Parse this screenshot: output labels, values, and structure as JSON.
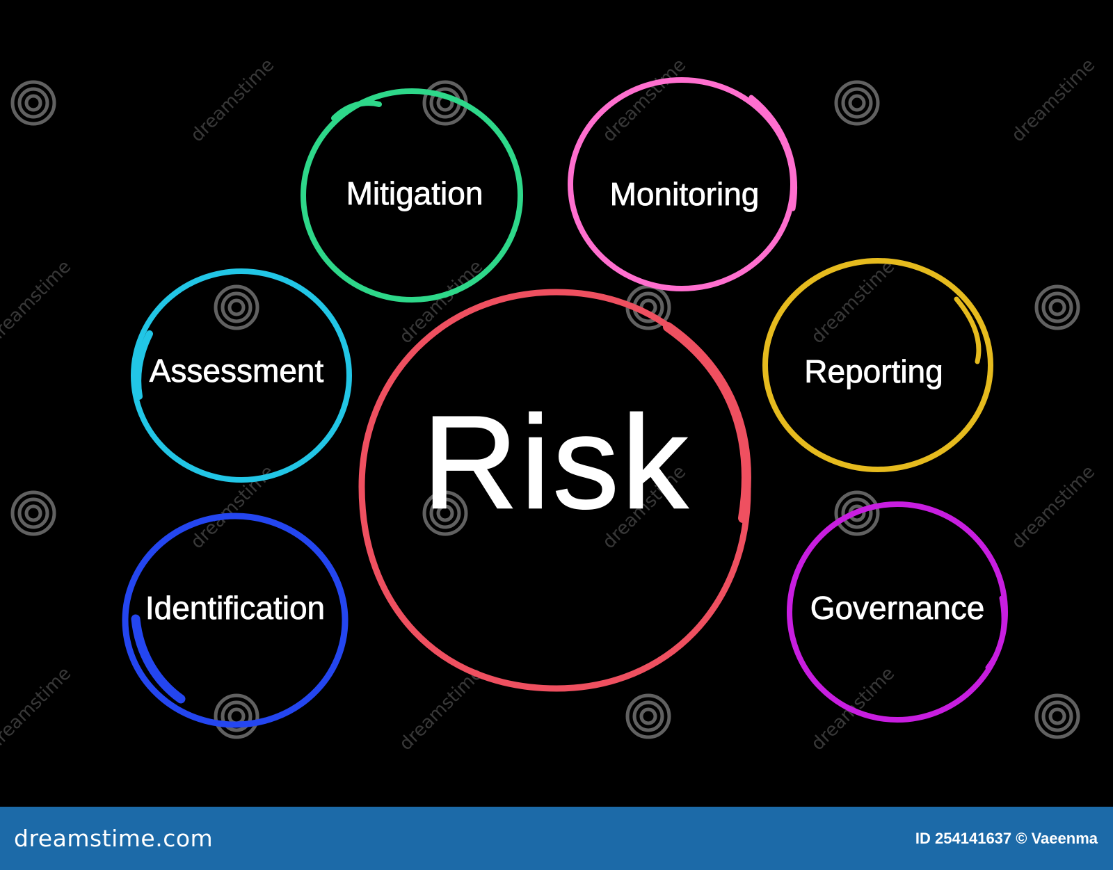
{
  "diagram": {
    "center": {
      "label": "Risk",
      "color": "#ef5060"
    },
    "nodes": [
      {
        "label": "Mitigation",
        "color": "#2ed88a"
      },
      {
        "label": "Monitoring",
        "color": "#ff6fcf"
      },
      {
        "label": "Assessment",
        "color": "#22c6e6"
      },
      {
        "label": "Reporting",
        "color": "#e6bb1e"
      },
      {
        "label": "Identification",
        "color": "#2446f0"
      },
      {
        "label": "Governance",
        "color": "#c81ee0"
      }
    ]
  },
  "watermark": {
    "text": "dreamstime"
  },
  "footer": {
    "brand": "dreamstime.com",
    "credit": "ID 254141637 © Vaeenma",
    "background": "#1c6aa8"
  }
}
